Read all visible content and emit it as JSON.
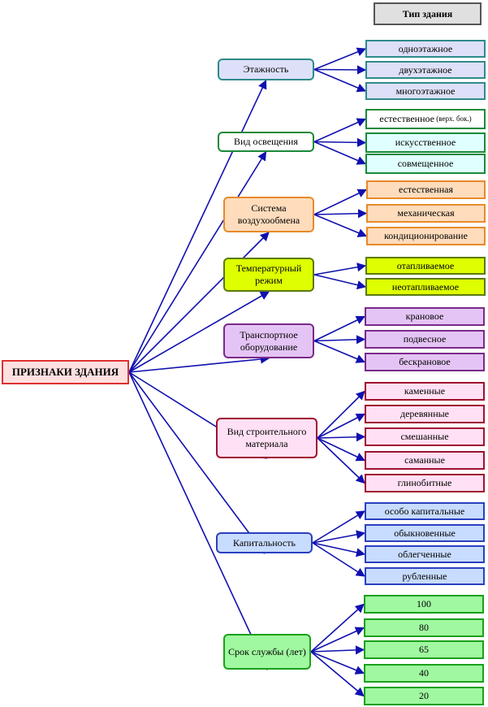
{
  "header": {
    "label": "Тип здания"
  },
  "root": {
    "label": "ПРИЗНАКИ ЗДАНИЯ"
  },
  "groups": [
    {
      "label": "Этажность",
      "border": "#2e8b8b",
      "fill": "#dde0f8",
      "items": [
        "одноэтажное",
        "двухэтажное",
        "многоэтажное"
      ]
    },
    {
      "label": "Вид освещения",
      "border": "#1a8a3a",
      "fill": "#ffffff",
      "items": [
        "естественное",
        "искусственное",
        "совмещенное"
      ],
      "first_note": "(верх. бок.)",
      "leaf_fill": "#e0ffff",
      "leaf_first_fill": "#ffffff"
    },
    {
      "label": "Система воздухообмена",
      "border": "#e88a2a",
      "fill": "#ffdcbc",
      "items": [
        "естественная",
        "механическая",
        "кондиционирование"
      ]
    },
    {
      "label": "Температурный режим",
      "border": "#5a7a10",
      "fill": "#ddff00",
      "items": [
        "отапливаемое",
        "неотапливаемое"
      ]
    },
    {
      "label": "Транспортное оборудование",
      "border": "#7a2a8a",
      "fill": "#e4c4f4",
      "items": [
        "крановое",
        "подвесное",
        "бескрановое"
      ]
    },
    {
      "label": "Вид строительного материала",
      "border": "#a01030",
      "fill": "#ffe0f4",
      "items": [
        "каменные",
        "деревянные",
        "смешанные",
        "саманные",
        "глинобитные"
      ]
    },
    {
      "label": "Капитальность",
      "border": "#2a40c0",
      "fill": "#c8dcff",
      "items": [
        "особо капитальные",
        "обыкновенные",
        "облегченные",
        "рубленные"
      ]
    },
    {
      "label": "Срок службы (лет)",
      "border": "#1aa01a",
      "fill": "#a0f8a0",
      "items": [
        "100",
        "80",
        "65",
        "40",
        "20"
      ]
    }
  ],
  "arrow_color": "#1010b0"
}
